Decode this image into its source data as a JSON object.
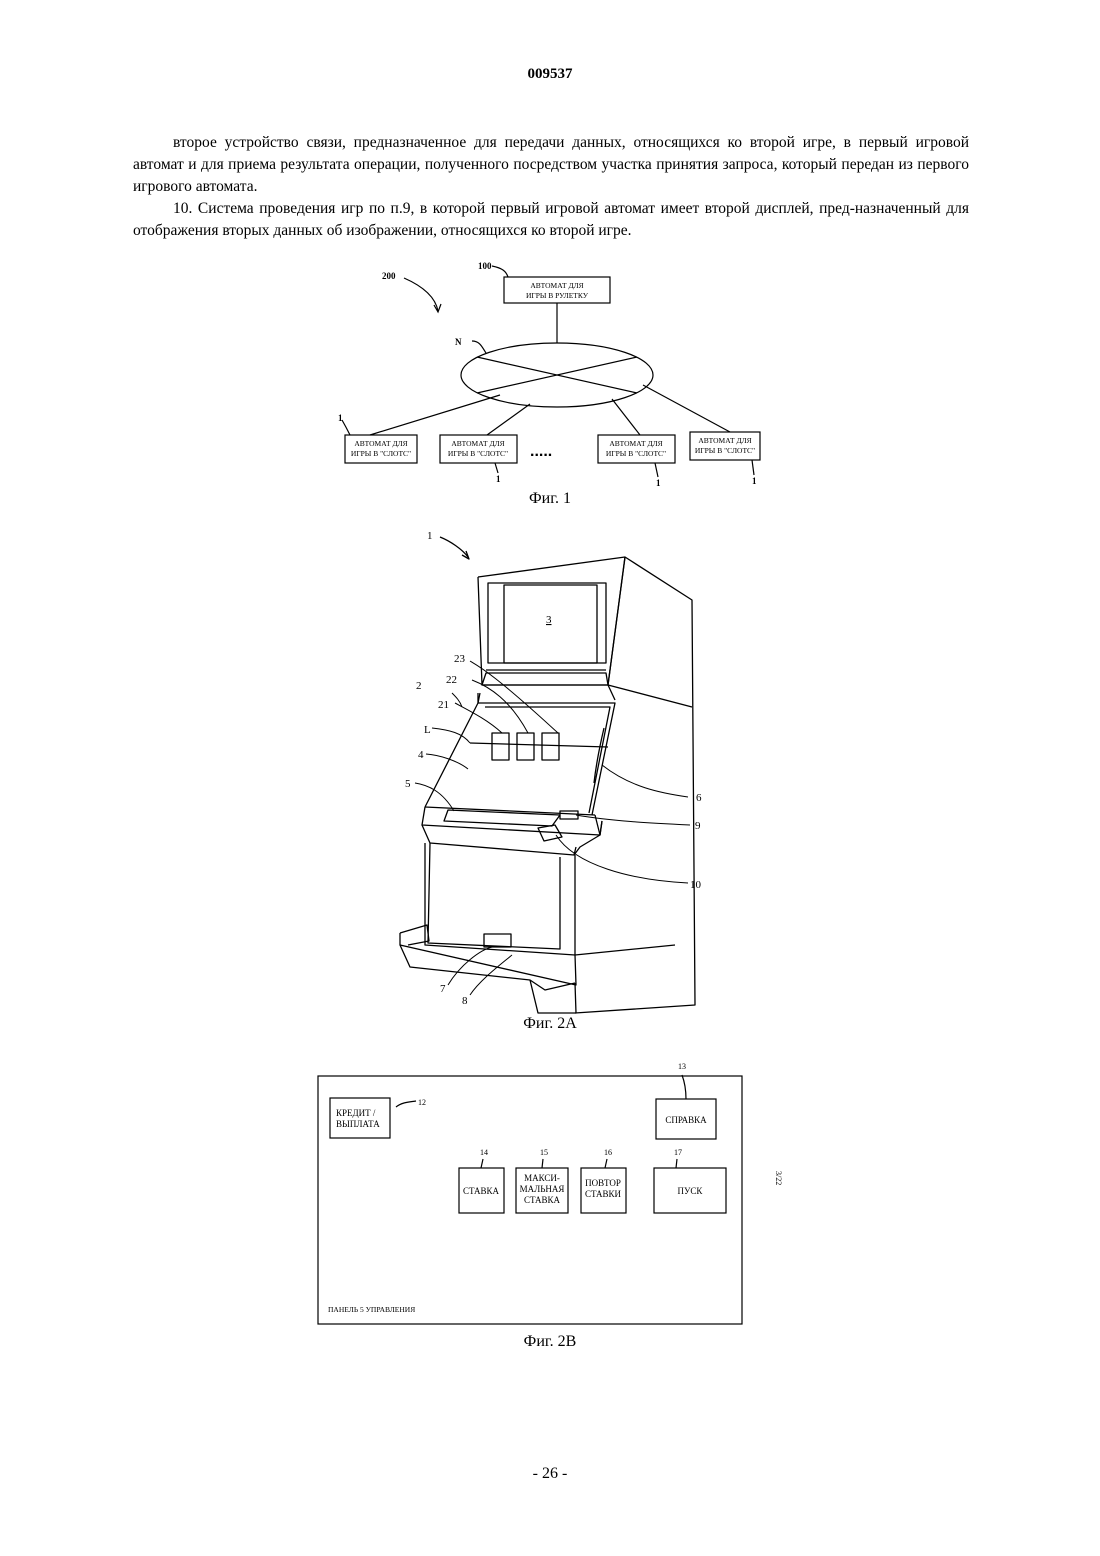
{
  "header": {
    "doc_number": "009537"
  },
  "body": {
    "paragraphs": [
      "второе устройство связи, предназначенное для передачи данных, относящихся ко второй игре, в первый игровой автомат и для приема результата операции, полученного посредством участка принятия запроса, который передан из первого игрового автомата.",
      "10. Система проведения игр по п.9, в которой первый игровой автомат имеет второй дисплей, пред-назначенный для отображения вторых данных об изображении, относящихся ко второй игре."
    ]
  },
  "fig1": {
    "caption": "Фиг. 1",
    "ref_system": "200",
    "ref_roulette": "100",
    "roulette_line1": "АВТОМАТ ДЛЯ",
    "roulette_line2": "ИГРЫ В РУЛЕТКУ",
    "ref_network": "N",
    "slot_line1": "АВТОМАТ ДЛЯ",
    "slot_line2": "ИГРЫ В \"СЛОТС\"",
    "ref_slot": "1",
    "ellipsis": "....."
  },
  "fig2a": {
    "caption": "Фиг. 2А",
    "ref_machine": "1",
    "ref_display": "3",
    "ref_23": "23",
    "ref_22": "22",
    "ref_2": "2",
    "ref_21": "21",
    "ref_L": "L",
    "ref_4": "4",
    "ref_5": "5",
    "ref_6": "6",
    "ref_9": "9",
    "ref_10": "10",
    "ref_7": "7",
    "ref_8": "8"
  },
  "fig2b": {
    "caption": "Фиг. 2В",
    "credit_line1": "КРЕДИТ /",
    "credit_line2": "ВЫПЛАТА",
    "ref_12": "12",
    "help_label": "СПРАВКА",
    "ref_13": "13",
    "bet_label": "СТАВКА",
    "ref_14": "14",
    "maxbet_line1": "МАКСИ-",
    "maxbet_line2": "МАЛЬНАЯ",
    "maxbet_line3": "СТАВКА",
    "ref_15": "15",
    "repeat_line1": "ПОВТОР",
    "repeat_line2": "СТАВКИ",
    "ref_16": "16",
    "start_label": "ПУСК",
    "ref_17": "17",
    "panel_label": "ПАНЕЛЬ 5 УПРАВЛЕНИЯ",
    "side_code": "3/22"
  },
  "footer": {
    "page_number": "- 26 -"
  }
}
